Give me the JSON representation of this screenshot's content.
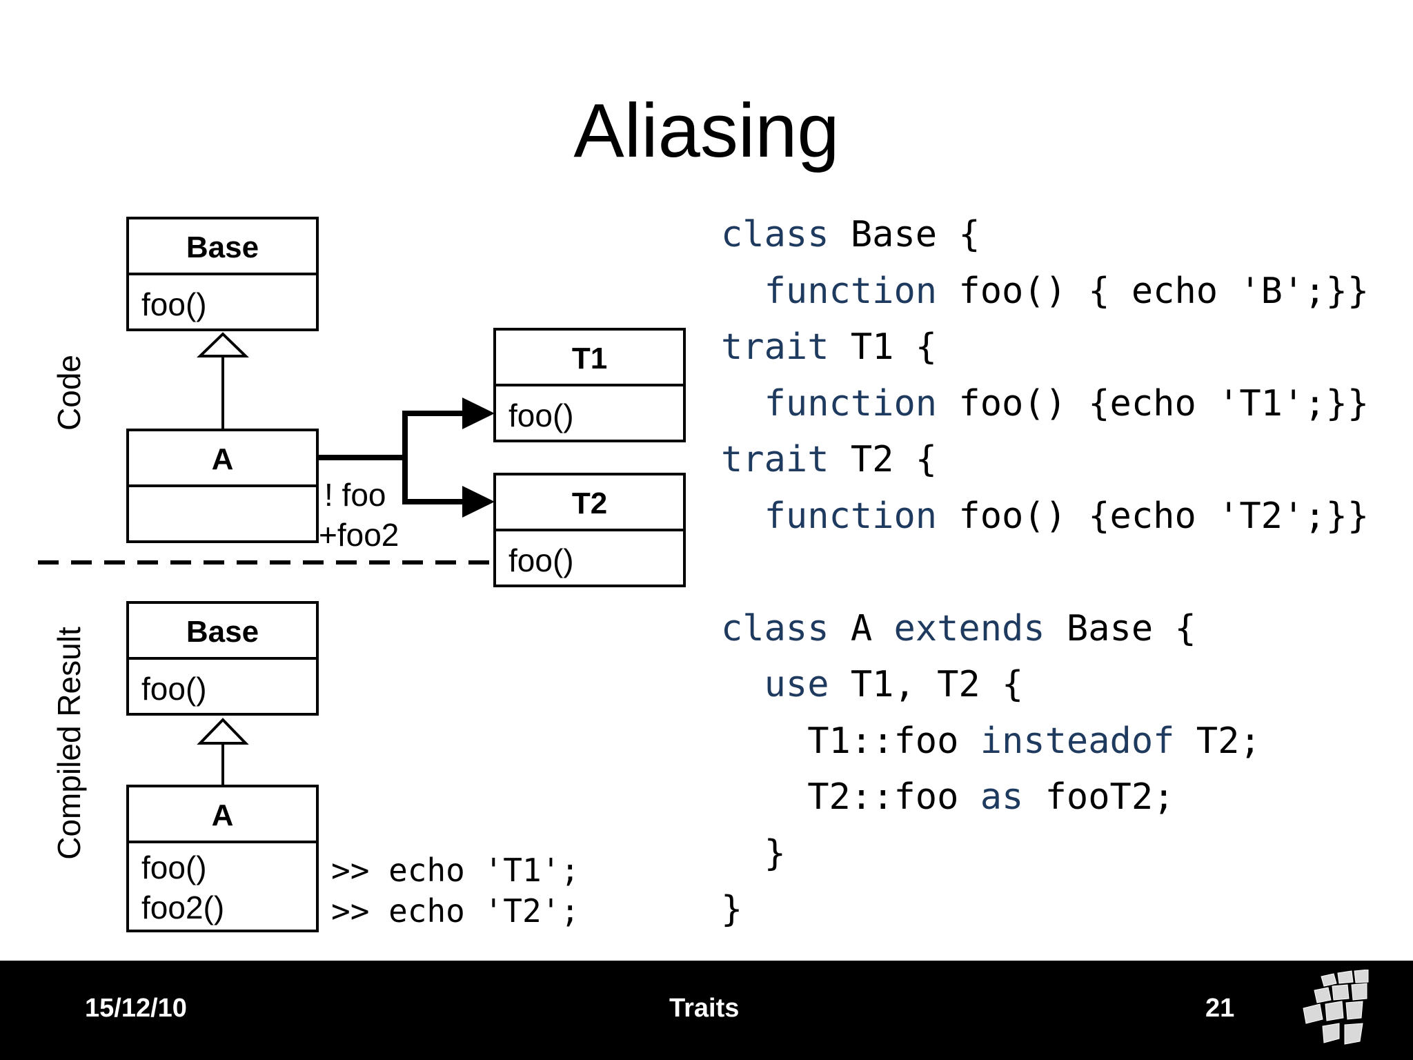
{
  "title": "Aliasing",
  "diagram": {
    "code_section_label": "Code",
    "compiled_section_label": "Compiled Result",
    "code": {
      "base": {
        "name": "Base",
        "method": "foo()"
      },
      "a": {
        "name": "A"
      },
      "t1": {
        "name": "T1",
        "method": "foo()"
      },
      "t2": {
        "name": "T2",
        "method": "foo()"
      },
      "relation_exclude": "! foo",
      "relation_alias": "+foo2"
    },
    "compiled": {
      "base": {
        "name": "Base",
        "method": "foo()"
      },
      "a": {
        "name": "A",
        "method1": "foo()",
        "method2": "foo2()"
      },
      "echo1": ">> echo 'T1';",
      "echo2": ">> echo 'T2';"
    }
  },
  "code_lines": [
    [
      {
        "t": "class",
        "k": true
      },
      {
        "t": " Base {"
      }
    ],
    [
      {
        "t": "  "
      },
      {
        "t": "function",
        "k": true
      },
      {
        "t": " foo() { echo 'B';}}"
      }
    ],
    [
      {
        "t": "trait",
        "k": true
      },
      {
        "t": " T1 {"
      }
    ],
    [
      {
        "t": "  "
      },
      {
        "t": "function",
        "k": true
      },
      {
        "t": " foo() {echo 'T1';}}"
      }
    ],
    [
      {
        "t": "trait",
        "k": true
      },
      {
        "t": " T2 {"
      }
    ],
    [
      {
        "t": "  "
      },
      {
        "t": "function",
        "k": true
      },
      {
        "t": " foo() {echo 'T2';}}"
      }
    ],
    [
      {
        "t": ""
      }
    ],
    [
      {
        "t": "class",
        "k": true
      },
      {
        "t": " A "
      },
      {
        "t": "extends",
        "k": true
      },
      {
        "t": " Base {"
      }
    ],
    [
      {
        "t": "  "
      },
      {
        "t": "use",
        "k": true
      },
      {
        "t": " T1, T2 {"
      }
    ],
    [
      {
        "t": "    T1::foo "
      },
      {
        "t": "insteadof",
        "k": true
      },
      {
        "t": " T2;"
      }
    ],
    [
      {
        "t": "    T2::foo "
      },
      {
        "t": "as",
        "k": true
      },
      {
        "t": " fooT2;"
      }
    ],
    [
      {
        "t": "  }"
      }
    ],
    [
      {
        "t": "}"
      }
    ]
  ],
  "footer": {
    "date": "15/12/10",
    "center": "Traits",
    "page": "21"
  },
  "colors": {
    "keyword": "#1f3a5f",
    "footer_bg": "#000000",
    "footer_text": "#ffffff"
  }
}
